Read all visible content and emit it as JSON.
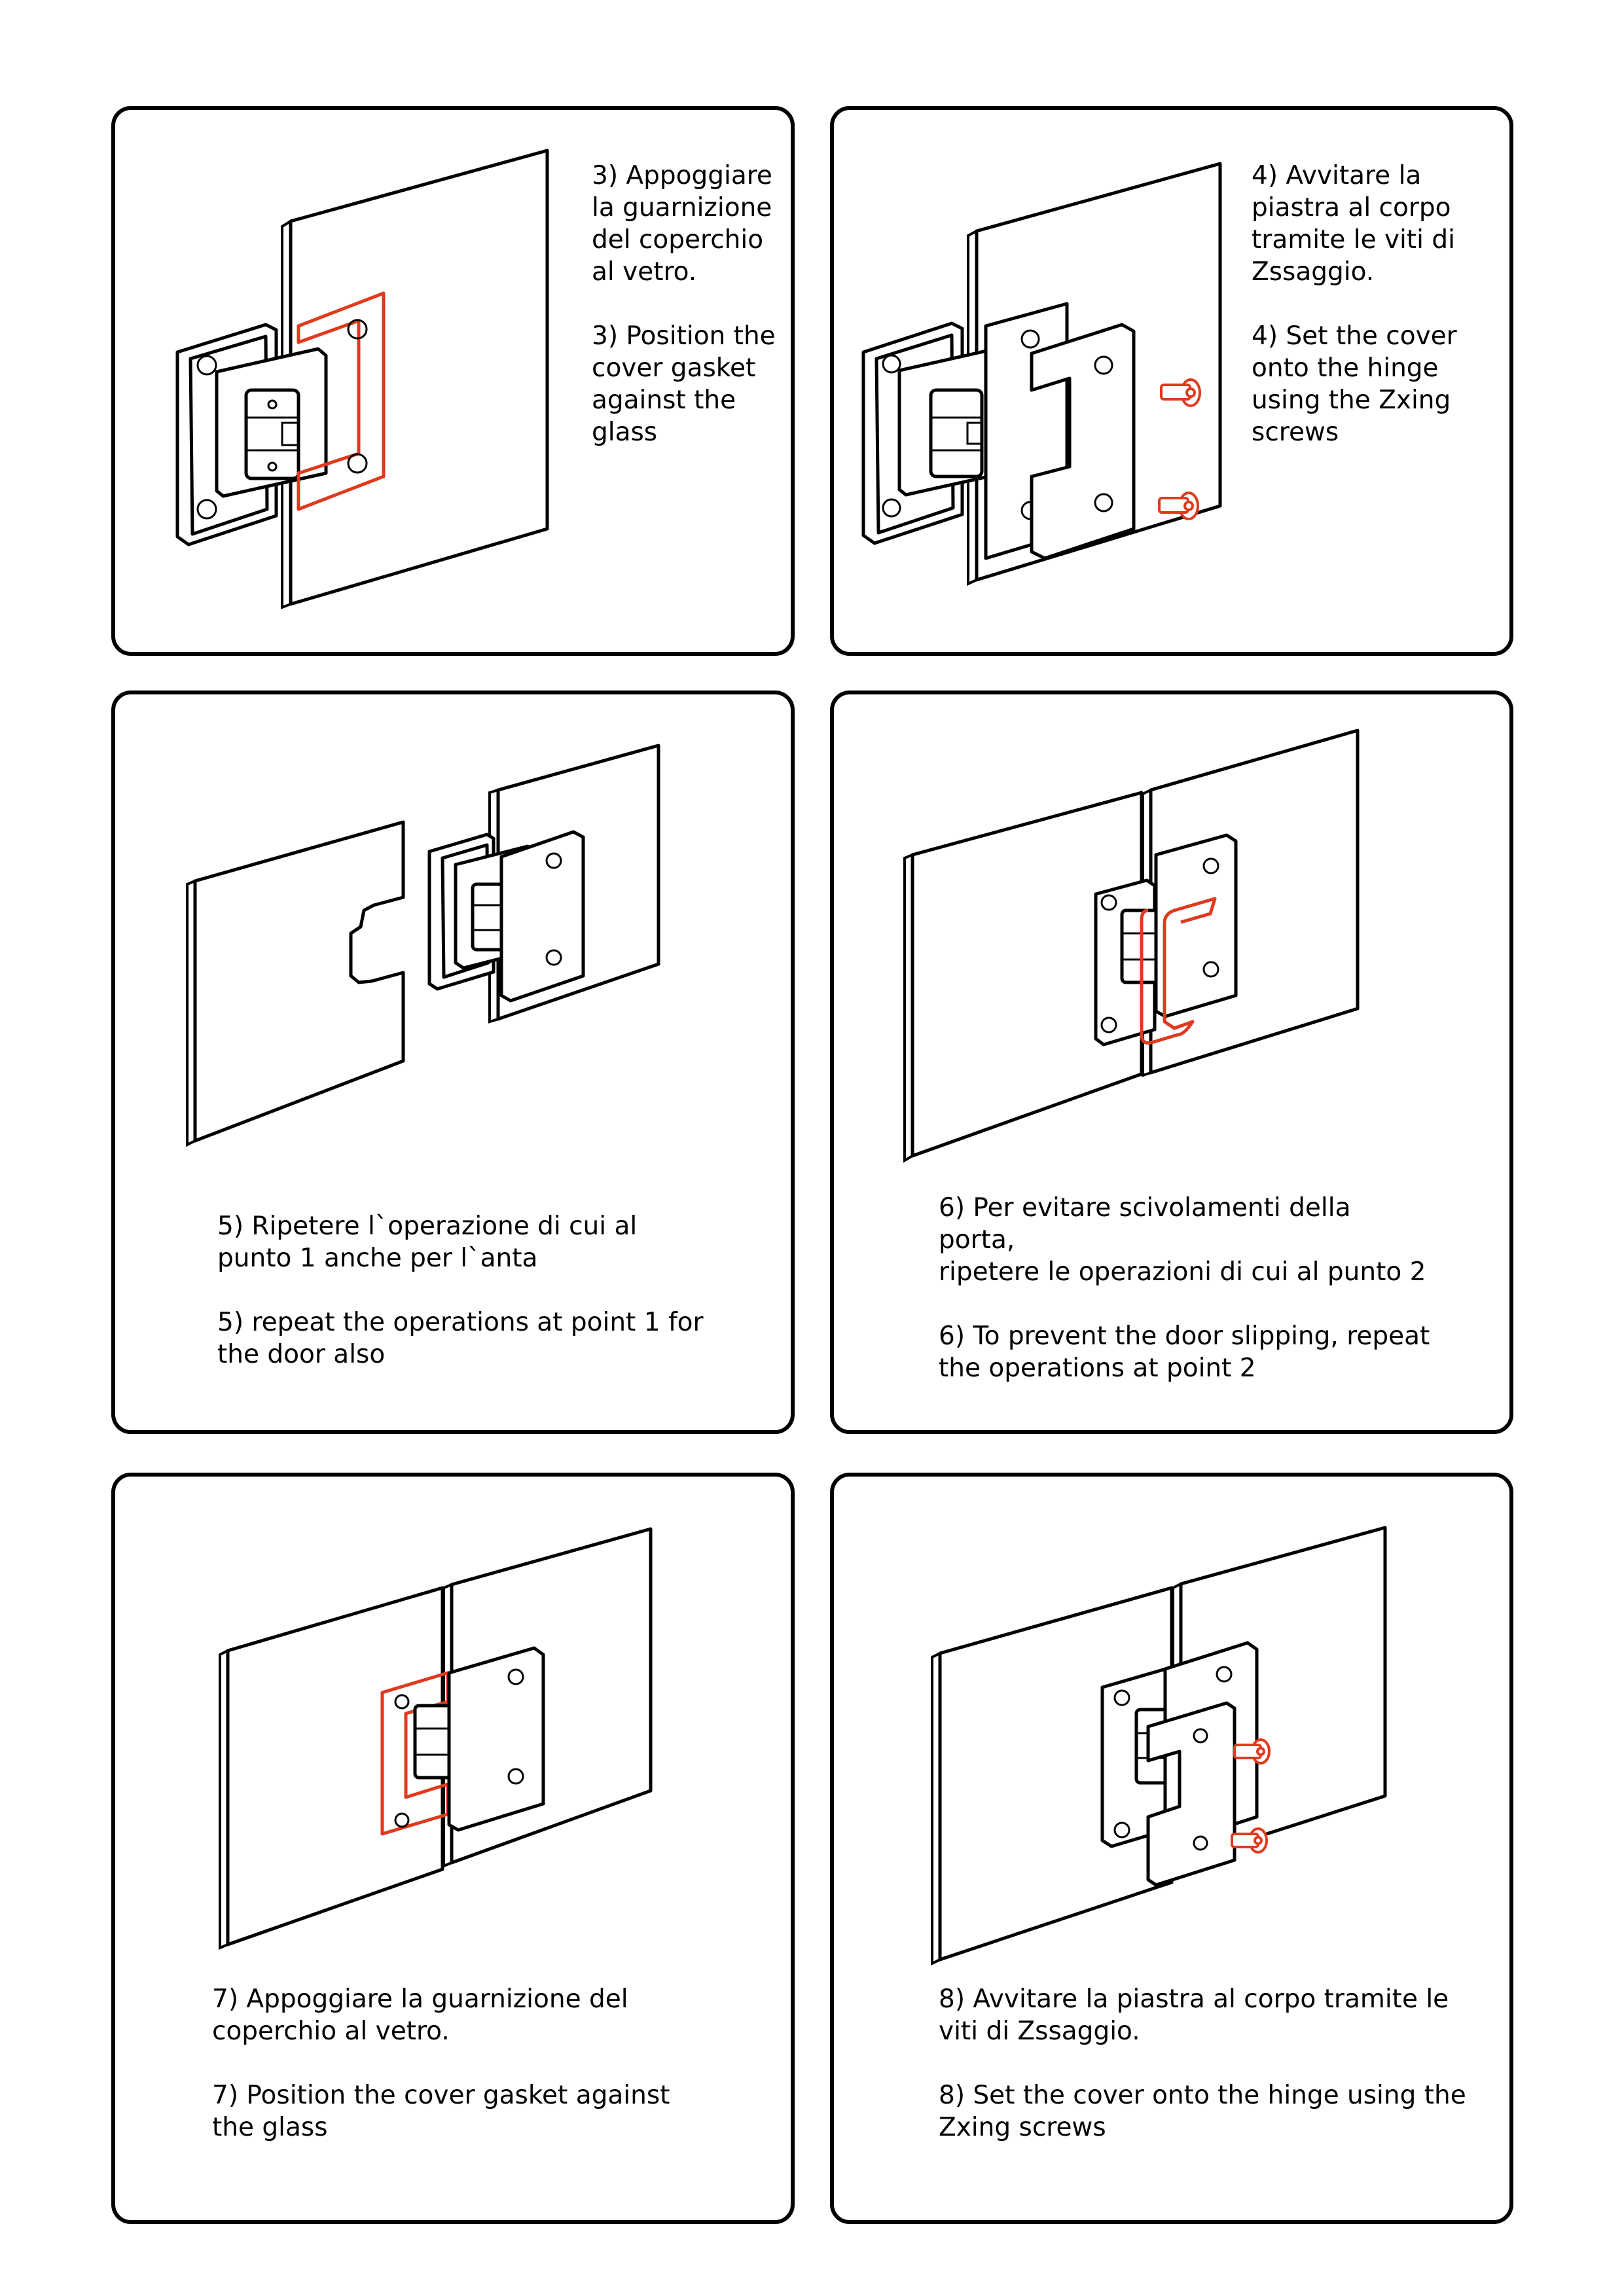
{
  "accent_color": "#e03a1e",
  "steps": [
    {
      "it": "3) Appoggiare\nla guarnizione\ndel coperchio\nal vetro.",
      "en": "3) Position the\ncover gasket\nagainst the\nglass"
    },
    {
      "it": "4) Avvitare la\npiastra al corpo\ntramite le viti di\nZssaggio.",
      "en": "4) Set the cover\nonto the hinge\nusing the Zxing\nscrews"
    },
    {
      "it": "5) Ripetere l`operazione di cui al\npunto 1 anche per l`anta",
      "en": "5) repeat the operations at point 1 for\nthe door also"
    },
    {
      "it": " 6) Per evitare scivolamenti della\nporta,\nripetere le operazioni di cui al punto 2",
      "en": "6) To prevent the door slipping, repeat\nthe operations at point 2"
    },
    {
      "it": " 7) Appoggiare la guarnizione del\ncoperchio al vetro.",
      "en": "7) Position the cover gasket against\nthe glass"
    },
    {
      "it": " 8) Avvitare la piastra al corpo tramite le\nviti di Zssaggio.",
      "en": "8) Set the cover onto the hinge using the\nZxing screws"
    }
  ]
}
